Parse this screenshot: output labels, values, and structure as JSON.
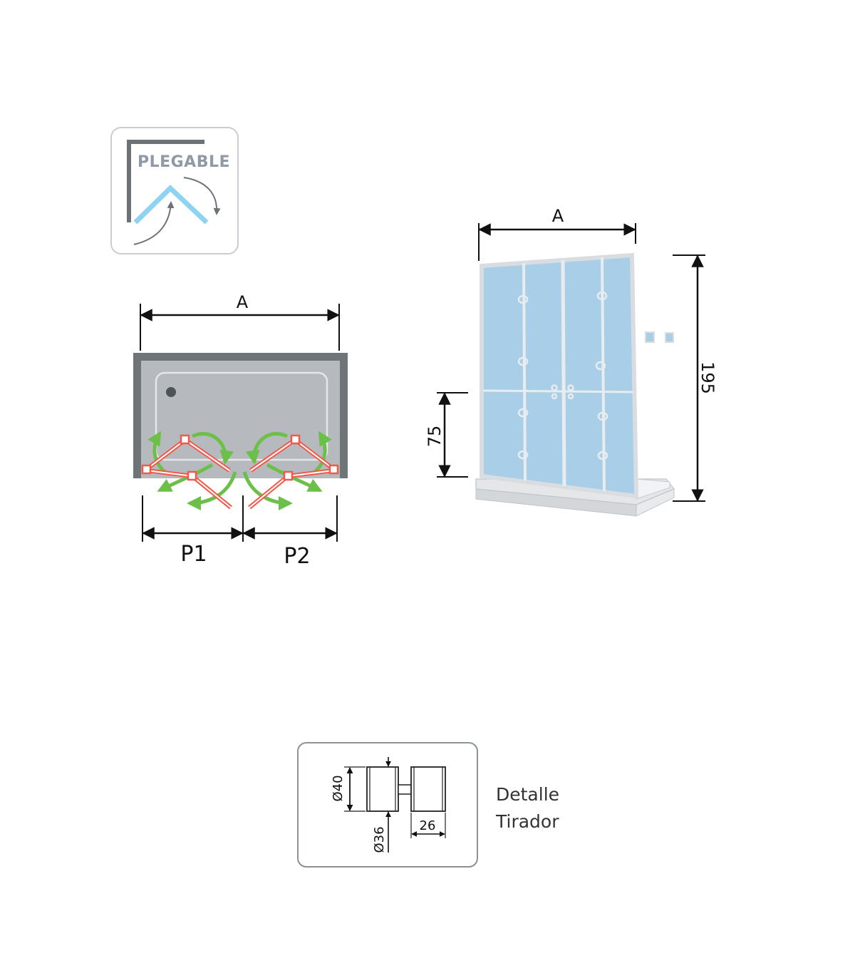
{
  "badge": {
    "label": "PLEGABLE"
  },
  "plan_view": {
    "width_label": "A",
    "panel1_label": "P1",
    "panel2_label": "P2"
  },
  "elevation_view": {
    "width_label": "A",
    "height_label": "195",
    "bar_height_label": "75"
  },
  "handle_detail": {
    "diameter_outer": "Ø40",
    "diameter_inner": "Ø36",
    "depth": "26",
    "caption_line1": "Detalle",
    "caption_line2": "Tirador"
  },
  "colors": {
    "glass": "#a9cfe8",
    "frame": "#d9dde1",
    "arrow_green": "#6cc04a",
    "hinge_red": "#ef5a4a",
    "wall_grey": "#6f7479",
    "tray_grey": "#b6babe",
    "badge_text": "#8f9aa6",
    "badge_glass": "#8fd3f2"
  }
}
